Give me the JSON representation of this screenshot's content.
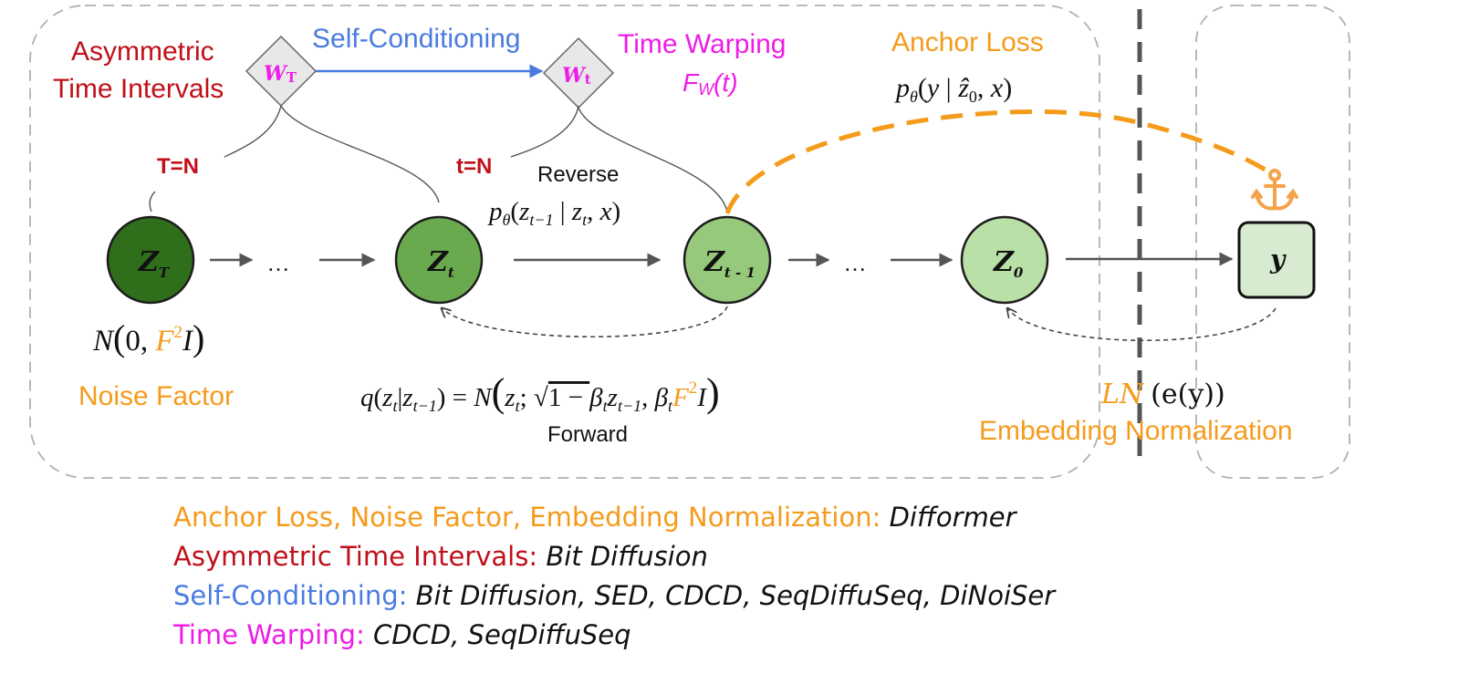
{
  "colors": {
    "orange": "#f59b1c",
    "red": "#c0101a",
    "blue": "#4a7ce0",
    "magenta": "#ee1ce6",
    "node_dark": "#2f6e1a",
    "node_mid": "#6aaa4e",
    "node_light": "#96c97c",
    "y_fill": "#d7ebd0",
    "diamond_fill": "#e8e8e8"
  },
  "labels": {
    "asym_line1": "Asymmetric",
    "asym_line2": "Time Intervals",
    "self_conditioning": "Self-Conditioning",
    "time_warping": "Time Warping",
    "time_warp_fn": "F",
    "time_warp_sub": "W",
    "time_warp_arg": "(t)",
    "anchor_loss": "Anchor Loss",
    "T_eq_N": "T=N",
    "t_eq_N": "t=N",
    "reverse": "Reverse",
    "forward": "Forward",
    "noise_factor": "Noise Factor",
    "embedding_norm": "Embedding Normalization",
    "ellipsis": "…",
    "wT": "W",
    "wT_sub": "T",
    "wt": "W",
    "wt_sub": "t",
    "ln": "LN",
    "e_of_y": "(e(y))",
    "anchor_icon": "anchor-icon"
  },
  "nodes": {
    "zT": {
      "main": "Z",
      "sub": "T"
    },
    "zt": {
      "main": "Z",
      "sub": "t"
    },
    "zt1": {
      "main": "Z",
      "sub": "t - 1"
    },
    "z0": {
      "main": "Z",
      "sub": "0"
    },
    "y": {
      "main": "y"
    }
  },
  "math": {
    "anchor_formula": "pθ(y | ẑ0, x)",
    "reverse_formula": "pθ(zt−1 | zt, x)",
    "prior": "N(0, F²I)",
    "forward_formula": "q(zt|zt−1) = N(zt; √(1 − βt zt−1), βt F²I)"
  },
  "legend": [
    {
      "key": "Anchor Loss, Noise Factor, Embedding Normalization:",
      "refs": "Difformer",
      "color": "orange"
    },
    {
      "key": "Asymmetric Time Intervals:",
      "refs": "Bit Diffusion",
      "color": "red"
    },
    {
      "key": "Self-Conditioning:",
      "refs": "Bit Diffusion, SED, CDCD, SeqDiffuSeq, DiNoiSer",
      "color": "blue"
    },
    {
      "key": "Time Warping:",
      "refs": "CDCD, SeqDiffuSeq",
      "color": "magenta"
    }
  ]
}
